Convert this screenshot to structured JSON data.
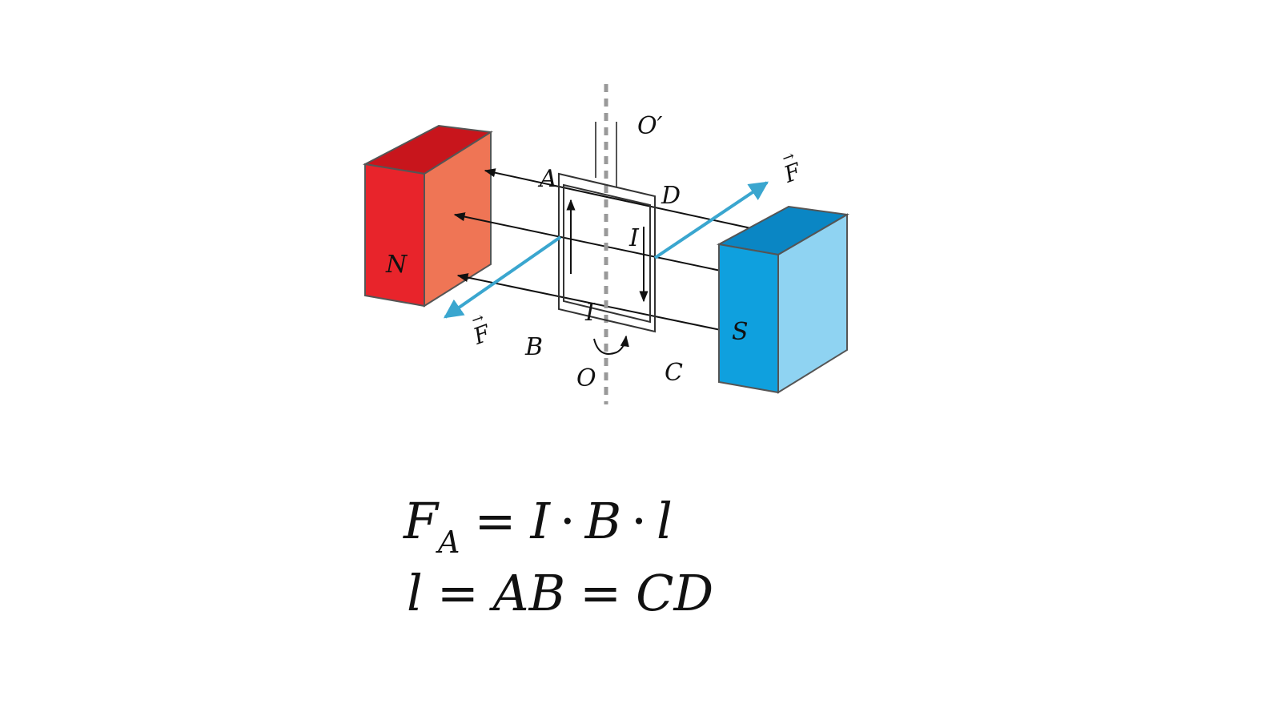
{
  "diagram": {
    "magnet_north": {
      "pole_label": "N",
      "colors": {
        "front": "#e8242b",
        "side": "#ef7555",
        "top": "#c8151c"
      }
    },
    "magnet_south": {
      "pole_label": "S",
      "colors": {
        "front": "#0fa0de",
        "side": "#8fd3f2",
        "top": "#0a86c4"
      }
    },
    "vertices": {
      "a": "A",
      "b": "B",
      "c": "C",
      "d": "D"
    },
    "axis": {
      "bottom": "O",
      "top": "O′"
    },
    "current": {
      "left": "I",
      "right": "I"
    },
    "force": {
      "left": "F",
      "right": "F",
      "arrow_mark": "→",
      "color": "#3aa6cf"
    }
  },
  "formulas": {
    "line1": {
      "F": "F",
      "sub": "A",
      "eq": "=",
      "I": "I",
      "dot1": "·",
      "B": "B",
      "dot2": "·",
      "l": "l"
    },
    "line2": {
      "l": "l",
      "eq1": "=",
      "ab": "AB",
      "eq2": "=",
      "cd": "CD"
    }
  }
}
